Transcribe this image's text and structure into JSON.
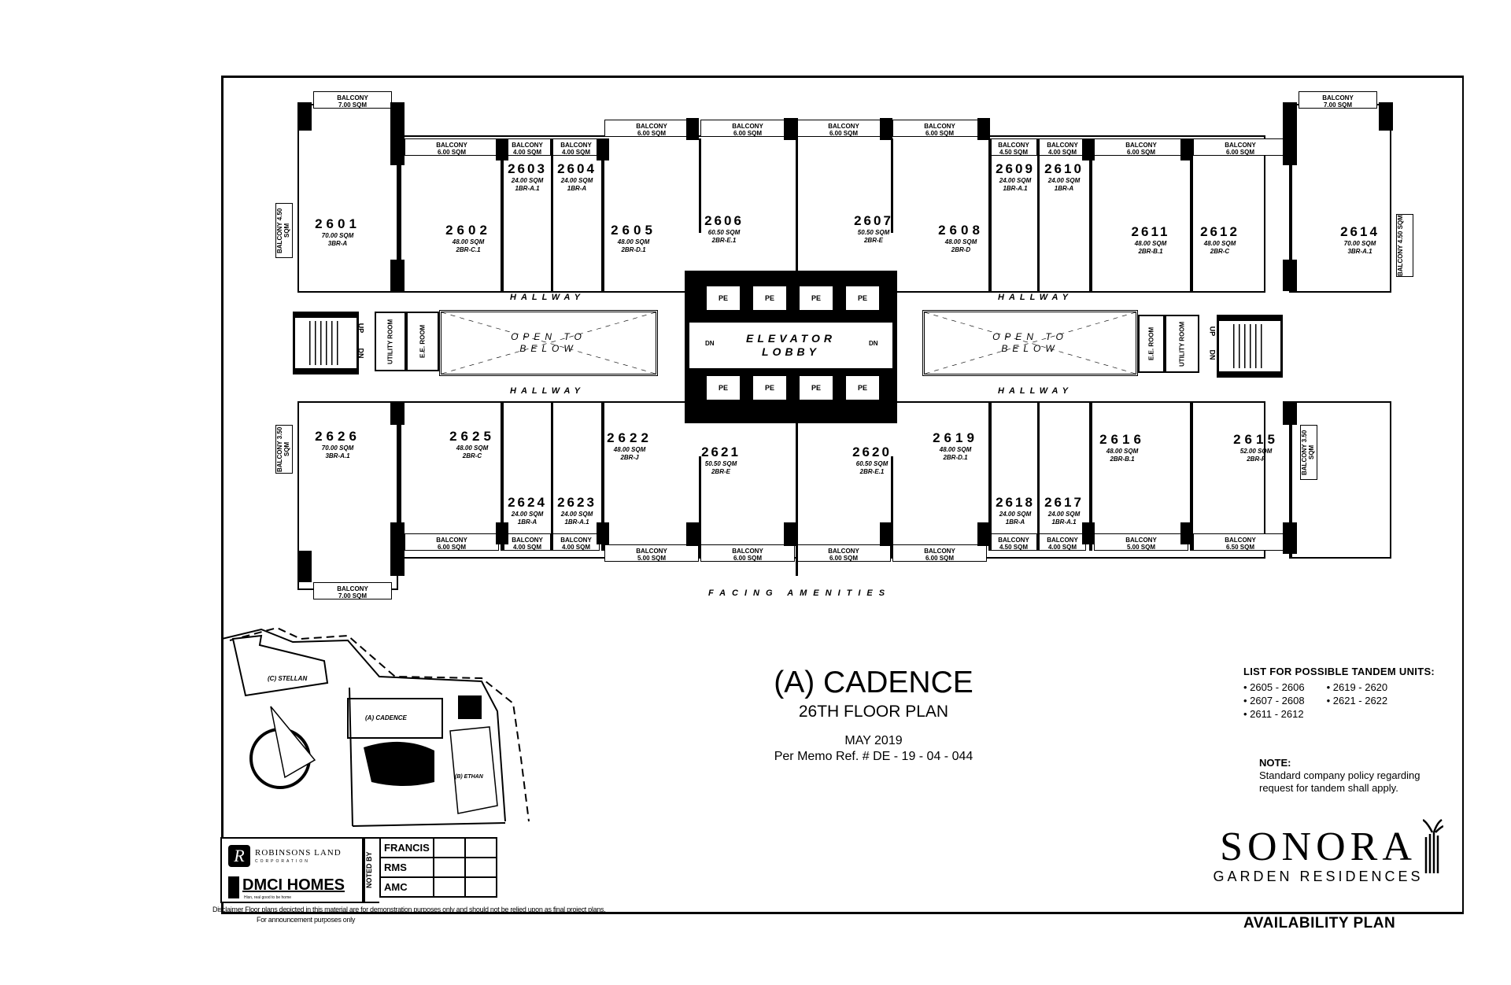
{
  "plan": {
    "project": "(A) CADENCE",
    "floor": "26TH FLOOR PLAN",
    "date": "MAY 2019",
    "memo_ref": "Per Memo Ref. #  DE - 19 - 04 - 044",
    "facing_label": "FACING AMENITIES",
    "hallway_label": "HALLWAY",
    "open_to_below_line1": "OPEN TO",
    "open_to_below_line2": "BELOW",
    "elevator_lobby_line1": "ELEVATOR",
    "elevator_lobby_line2": "LOBBY",
    "elevator_label": "PE",
    "up_label": "UP",
    "dn_label": "DN",
    "utility_room": "UTILITY ROOM",
    "ee_room": "E.E. ROOM"
  },
  "units_top": [
    {
      "no": "2601",
      "area": "70.00 SQM",
      "type": "3BR-A"
    },
    {
      "no": "2602",
      "area": "48.00 SQM",
      "type": "2BR-C.1"
    },
    {
      "no": "2603",
      "area": "24.00 SQM",
      "type": "1BR-A.1"
    },
    {
      "no": "2604",
      "area": "24.00 SQM",
      "type": "1BR-A"
    },
    {
      "no": "2605",
      "area": "48.00 SQM",
      "type": "2BR-D.1"
    },
    {
      "no": "2606",
      "area": "60.50 SQM",
      "type": "2BR-E.1"
    },
    {
      "no": "2607",
      "area": "50.50 SQM",
      "type": "2BR-E"
    },
    {
      "no": "2608",
      "area": "48.00 SQM",
      "type": "2BR-D"
    },
    {
      "no": "2609",
      "area": "24.00 SQM",
      "type": "1BR-A.1"
    },
    {
      "no": "2610",
      "area": "24.00 SQM",
      "type": "1BR-A"
    },
    {
      "no": "2611",
      "area": "48.00 SQM",
      "type": "2BR-B.1"
    },
    {
      "no": "2612",
      "area": "48.00 SQM",
      "type": "2BR-C"
    },
    {
      "no": "2614",
      "area": "70.00 SQM",
      "type": "3BR-A.1"
    }
  ],
  "units_bottom": [
    {
      "no": "2626",
      "area": "70.00 SQM",
      "type": "3BR-A.1"
    },
    {
      "no": "2625",
      "area": "48.00 SQM",
      "type": "2BR-C"
    },
    {
      "no": "2624",
      "area": "24.00 SQM",
      "type": "1BR-A"
    },
    {
      "no": "2623",
      "area": "24.00 SQM",
      "type": "1BR-A.1"
    },
    {
      "no": "2622",
      "area": "48.00 SQM",
      "type": "2BR-J"
    },
    {
      "no": "2621",
      "area": "50.50 SQM",
      "type": "2BR-E"
    },
    {
      "no": "2620",
      "area": "60.50 SQM",
      "type": "2BR-E.1"
    },
    {
      "no": "2619",
      "area": "48.00 SQM",
      "type": "2BR-D.1"
    },
    {
      "no": "2618",
      "area": "24.00 SQM",
      "type": "1BR-A"
    },
    {
      "no": "2617",
      "area": "24.00 SQM",
      "type": "1BR-A.1"
    },
    {
      "no": "2616",
      "area": "48.00 SQM",
      "type": "2BR-B.1"
    },
    {
      "no": "2615",
      "area": "52.00 SQM",
      "type": "2BR-F"
    }
  ],
  "balconies": {
    "label": "BALCONY",
    "b7": "7.00 SQM",
    "b6": "6.00 SQM",
    "b5": "5.00 SQM",
    "b4": "4.00 SQM",
    "b45": "4.50 SQM",
    "b65": "6.50 SQM",
    "b35": "3.50 SQM"
  },
  "tandem": {
    "title": "LIST FOR POSSIBLE TANDEM UNITS:",
    "col1": [
      "2605 - 2606",
      "2607 - 2608",
      "2611 - 2612"
    ],
    "col2": [
      "2619 - 2620",
      "2621 - 2622"
    ]
  },
  "note": {
    "title": "NOTE:",
    "line1": "Standard company policy regarding",
    "line2": "request for tandem shall apply."
  },
  "brand": {
    "name": "SONORA",
    "sub": "GARDEN RESIDENCES",
    "availability": "AVAILABILITY PLAN"
  },
  "developers": {
    "robinsons": "ROBINSONS LAND",
    "robinsons_sub": "CORPORATION",
    "dmci": "DMCI HOMES",
    "dmci_tag": "Hisn, real good to be home",
    "noted_by": "NOTED BY",
    "signatories": [
      "FRANCIS",
      "RMS",
      "AMC"
    ]
  },
  "siteplan": {
    "stellan": "(C) STELLAN",
    "cadence": "(A) CADENCE",
    "ethan": "(B) ETHAN"
  },
  "disclaimer": {
    "line1": "Disclaimer  Floor plans depicted in this material are for demonstration purposes only and should not be relied upon as final project plans.",
    "line2": "For announcement purposes only"
  }
}
